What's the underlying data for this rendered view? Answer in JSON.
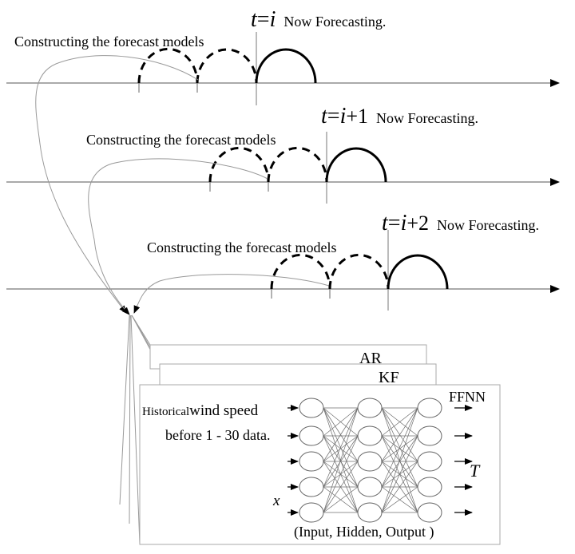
{
  "rows": [
    {
      "t_var": "t",
      "t_eq": "=",
      "t_idx": "i",
      "t_off": "",
      "label": "Now Forecasting.",
      "construct_label": "Constructing the forecast models"
    },
    {
      "t_var": "t",
      "t_eq": "=",
      "t_idx": "i",
      "t_off": "+1",
      "label": "Now Forecasting.",
      "construct_label": "Constructing the forecast models"
    },
    {
      "t_var": "t",
      "t_eq": "=",
      "t_idx": "i",
      "t_off": "+2",
      "label": "Now Forecasting.",
      "construct_label": "Constructing the forecast models"
    }
  ],
  "models": {
    "ar": "AR",
    "kf": "KF",
    "ffnn": "FFNN"
  },
  "inputs": {
    "label_small": "Historical",
    "label_large": "wind speed",
    "label_line2": "before 1 - 30 data."
  },
  "symbols": {
    "x": "x",
    "T": "T"
  },
  "network_caption": "(Input,  Hidden, Output )"
}
